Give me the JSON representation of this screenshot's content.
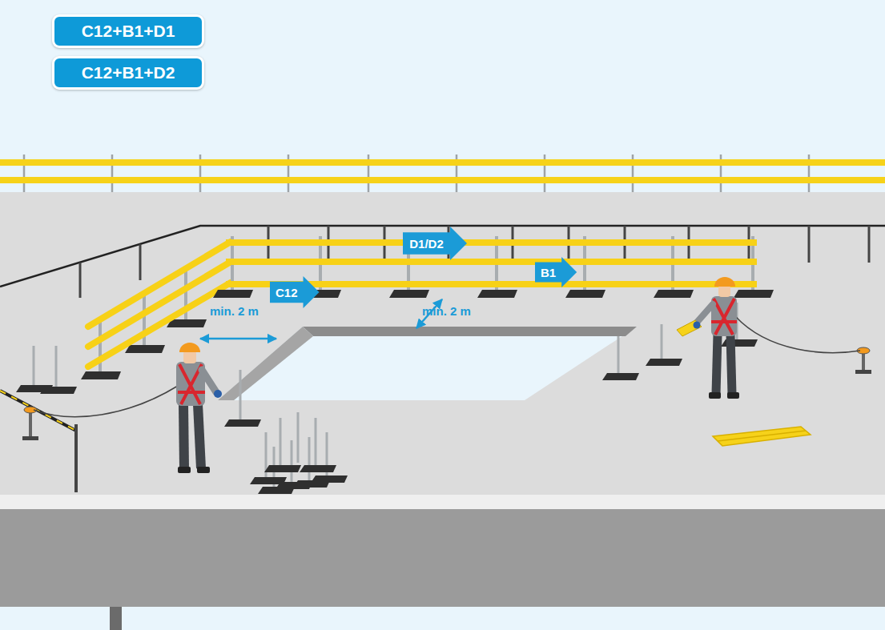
{
  "diagram": {
    "nodes": [
      {
        "text": [
          "C12+B1+D1"
        ]
      },
      {
        "text": [
          "C12+B1+D2"
        ]
      },
      {
        "text": [
          "D1/D2"
        ]
      },
      {
        "text": [
          "B1"
        ]
      },
      {
        "text": [
          "C12"
        ]
      }
    ],
    "labels": [
      "min. 2 m",
      "min. 2 m"
    ]
  }
}
